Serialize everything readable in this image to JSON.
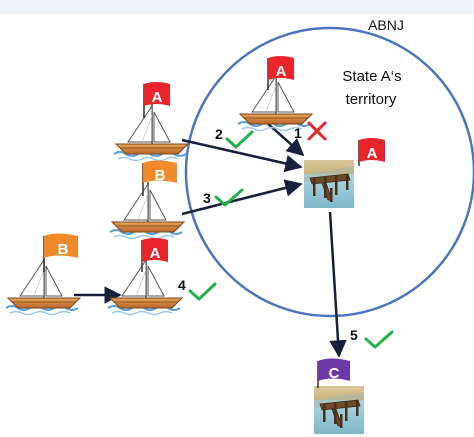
{
  "diagram": {
    "zone_label": "ABNJ",
    "territory_label": [
      "State A‘s",
      "territory"
    ],
    "flags": {
      "ship_upper_left": "A",
      "ship_inside_territory": "A",
      "ship_middle": "B",
      "ship_lower_left": "B",
      "ship_lower_middle": "A",
      "port_state_a": "A",
      "port_state_c": "C"
    },
    "routes": [
      {
        "number": "1",
        "status": "cross"
      },
      {
        "number": "2",
        "status": "check"
      },
      {
        "number": "3",
        "status": "check"
      },
      {
        "number": "4",
        "status": "check"
      },
      {
        "number": "5",
        "status": "check"
      }
    ],
    "colors": {
      "background_band": "#eef3f8",
      "circle": "#4a76c0",
      "arrow": "#1a1f3c",
      "flag_a": "#e8252a",
      "flag_b": "#f08a2a",
      "flag_c": "#6d3aa8",
      "check": "#22b14c",
      "cross": "#e8252a"
    }
  }
}
